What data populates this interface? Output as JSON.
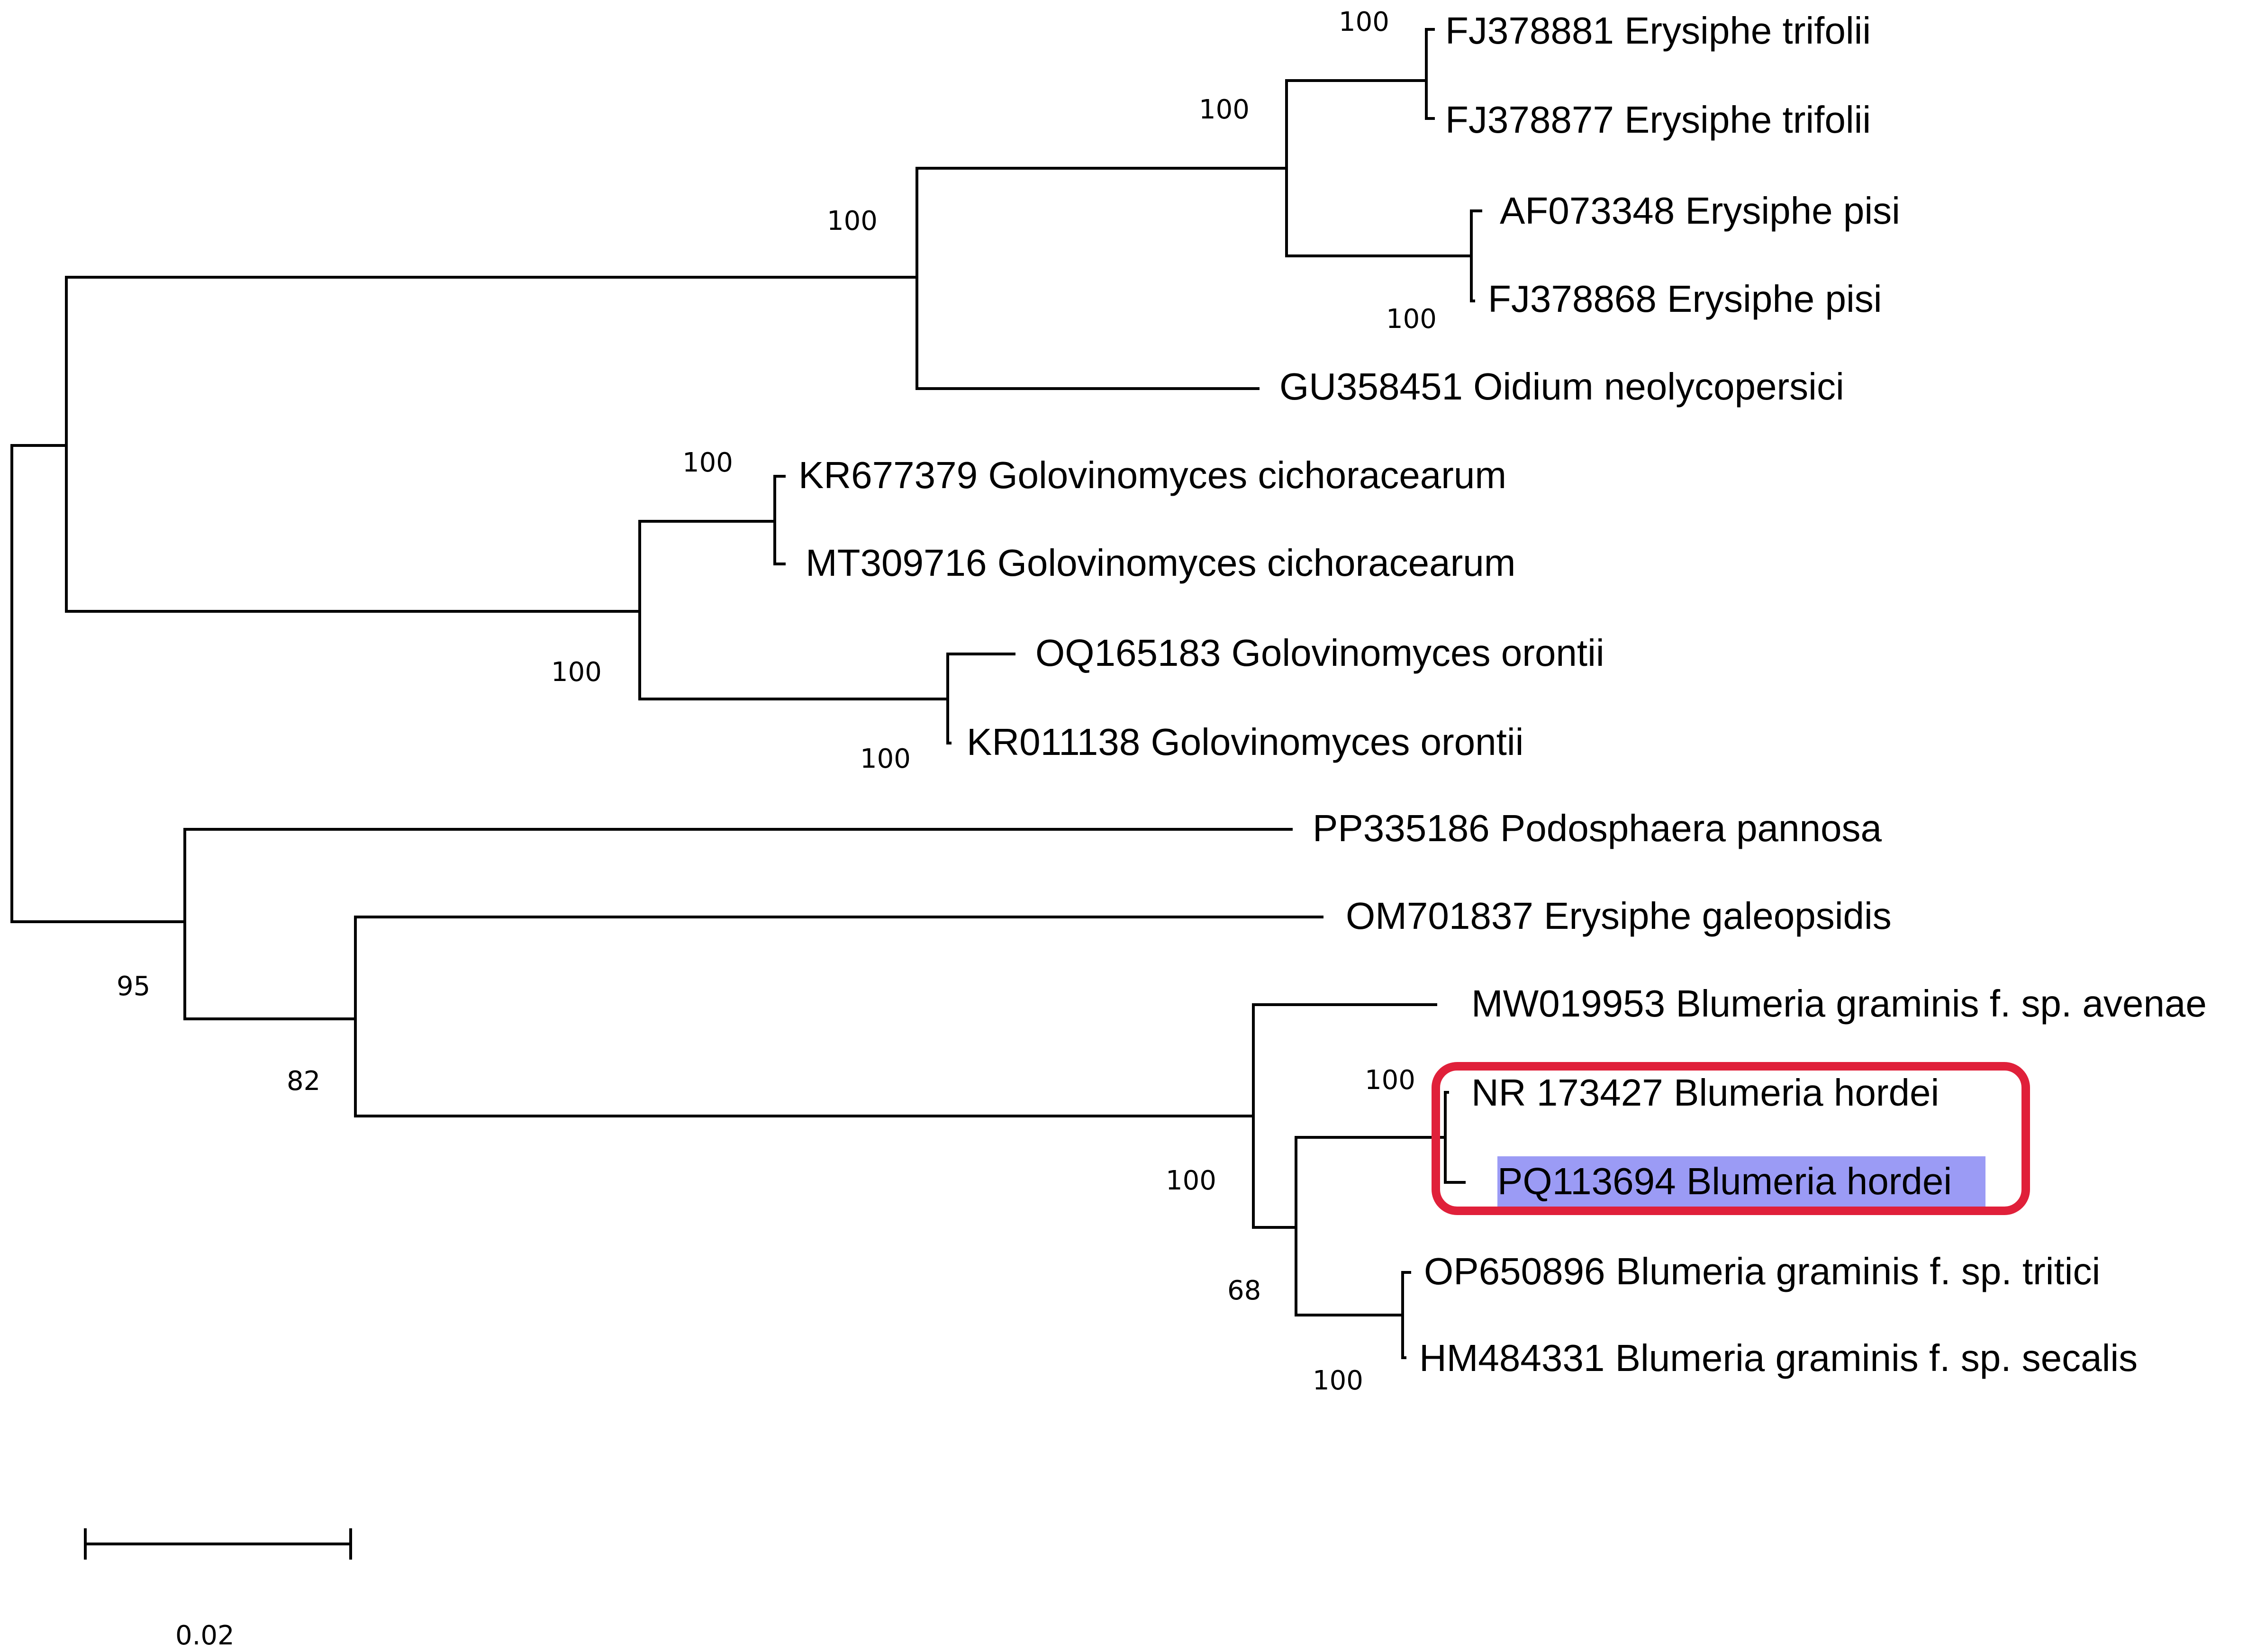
{
  "taxa": [
    {
      "id": "t1",
      "label": "FJ378881 Erysiphe trifolii"
    },
    {
      "id": "t2",
      "label": "FJ378877 Erysiphe trifolii"
    },
    {
      "id": "t3",
      "label": "AF073348 Erysiphe pisi"
    },
    {
      "id": "t4",
      "label": "FJ378868 Erysiphe pisi"
    },
    {
      "id": "t5",
      "label": "GU358451 Oidium neolycopersici"
    },
    {
      "id": "t6",
      "label": "KR677379 Golovinomyces cichoracearum"
    },
    {
      "id": "t7",
      "label": "MT309716 Golovinomyces cichoracearum"
    },
    {
      "id": "t8",
      "label": "OQ165183 Golovinomyces orontii"
    },
    {
      "id": "t9",
      "label": "KR011138 Golovinomyces orontii"
    },
    {
      "id": "t10",
      "label": "PP335186 Podosphaera pannosa"
    },
    {
      "id": "t11",
      "label": "OM701837 Erysiphe galeopsidis"
    },
    {
      "id": "t12",
      "label": "MW019953 Blumeria graminis f. sp. avenae"
    },
    {
      "id": "t13",
      "label": "NR 173427 Blumeria hordei"
    },
    {
      "id": "t14",
      "label": "PQ113694 Blumeria hordei"
    },
    {
      "id": "t15",
      "label": "OP650896 Blumeria graminis f. sp. tritici"
    },
    {
      "id": "t16",
      "label": "HM484331 Blumeria graminis f. sp. secalis"
    }
  ],
  "support_values": [
    {
      "id": "s-trifolii",
      "value": "100"
    },
    {
      "id": "s-trifolii-pisi",
      "value": "100"
    },
    {
      "id": "s-erysiphe-oidium",
      "value": "100"
    },
    {
      "id": "s-pisi",
      "value": "100"
    },
    {
      "id": "s-cichoracearum",
      "value": "100"
    },
    {
      "id": "s-golovinomyces",
      "value": "100"
    },
    {
      "id": "s-orontii",
      "value": "100"
    },
    {
      "id": "s-podosphaera-group",
      "value": "95"
    },
    {
      "id": "s-galeopsidis-blumeria",
      "value": "82"
    },
    {
      "id": "s-hordei",
      "value": "100"
    },
    {
      "id": "s-blumeria",
      "value": "100"
    },
    {
      "id": "s-hordei-graminis",
      "value": "68"
    },
    {
      "id": "s-tritici-secalis",
      "value": "100"
    }
  ],
  "scale_bar": {
    "label": "0.02",
    "length": 0.02
  },
  "highlight": {
    "taxa": [
      "NR 173427 Blumeria hordei",
      "PQ113694 Blumeria hordei"
    ],
    "box_color": "#e0203a",
    "query_taxon": "PQ113694 Blumeria hordei",
    "query_fill": "#9b9bf5"
  }
}
